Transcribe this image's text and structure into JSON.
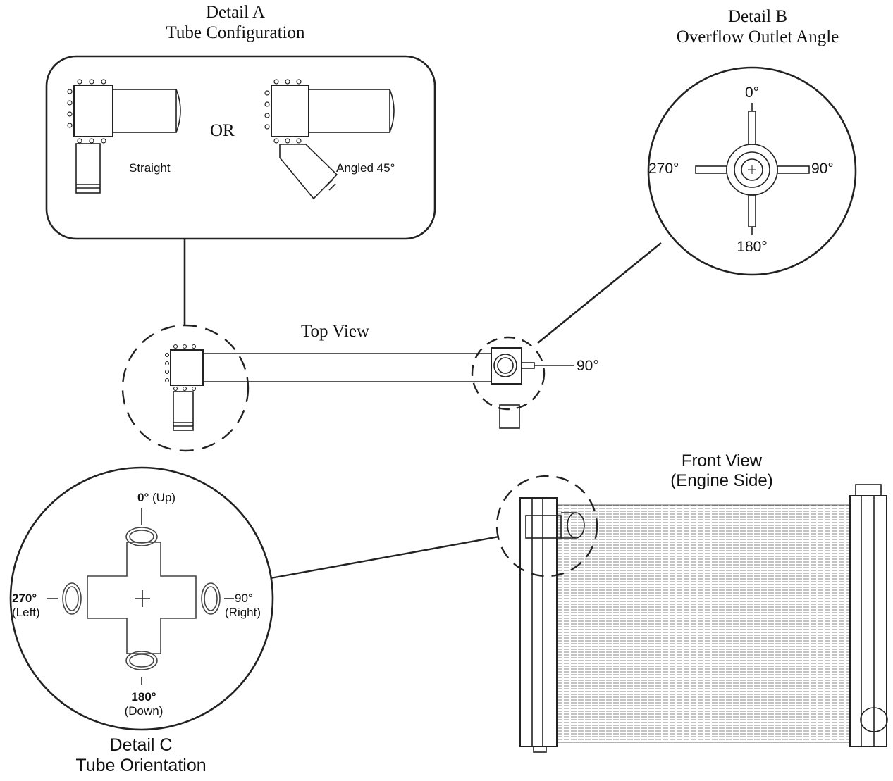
{
  "detail_a": {
    "title": "Detail A",
    "subtitle": "Tube Configuration",
    "option_straight": "Straight",
    "or_text": "OR",
    "option_angled": "Angled 45°"
  },
  "detail_b": {
    "title": "Detail B",
    "subtitle": "Overflow Outlet Angle",
    "angle_0": "0°",
    "angle_90": "90°",
    "angle_180": "180°",
    "angle_270": "270°"
  },
  "top_view": {
    "title": "Top View",
    "angle": "90°"
  },
  "front_view": {
    "title": "Front View",
    "subtitle": "(Engine Side)"
  },
  "detail_c": {
    "title": "Detail C",
    "subtitle": "Tube Orientation",
    "up_angle": "0°",
    "up_dir": "(Up)",
    "right_angle": "90°",
    "right_dir": "(Right)",
    "down_angle": "180°",
    "down_dir": "(Down)",
    "left_angle": "270°",
    "left_dir": "(Left)"
  }
}
